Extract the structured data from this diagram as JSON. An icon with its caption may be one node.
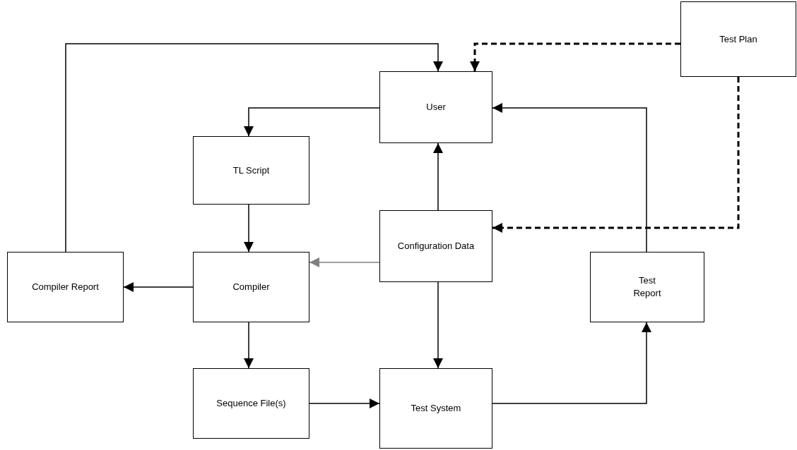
{
  "diagram": {
    "nodes": [
      {
        "text": [
          "Test Plan"
        ]
      },
      {
        "text": [
          "User"
        ]
      },
      {
        "text": [
          "TL Script"
        ]
      },
      {
        "text": [
          "Configuration Data"
        ]
      },
      {
        "text": [
          "Compiler Report"
        ]
      },
      {
        "text": [
          "Compiler"
        ]
      },
      {
        "text": [
          "Test Report"
        ]
      },
      {
        "text": [
          "Sequence File(s)"
        ]
      },
      {
        "text": [
          "Test System"
        ]
      }
    ],
    "edges": [
      {
        "from": 4,
        "to": 1,
        "arrow": "to"
      },
      {
        "from": 0,
        "to": 1,
        "arrow": "to",
        "style": "dashed"
      },
      {
        "from": 0,
        "to": 3,
        "arrow": "to",
        "style": "dashed"
      },
      {
        "from": 1,
        "to": 2,
        "arrow": "to"
      },
      {
        "from": 2,
        "to": 5,
        "arrow": "to"
      },
      {
        "from": 3,
        "to": 1,
        "arrow": "to"
      },
      {
        "from": 3,
        "to": 5,
        "arrow": "to",
        "color": "#808080"
      },
      {
        "from": 5,
        "to": 4,
        "arrow": "to"
      },
      {
        "from": 5,
        "to": 7,
        "arrow": "to"
      },
      {
        "from": 3,
        "to": 8,
        "arrow": "to"
      },
      {
        "from": 7,
        "to": 8,
        "arrow": "to"
      },
      {
        "from": 8,
        "to": 6,
        "arrow": "to"
      },
      {
        "from": 6,
        "to": 1,
        "arrow": "to"
      }
    ]
  }
}
